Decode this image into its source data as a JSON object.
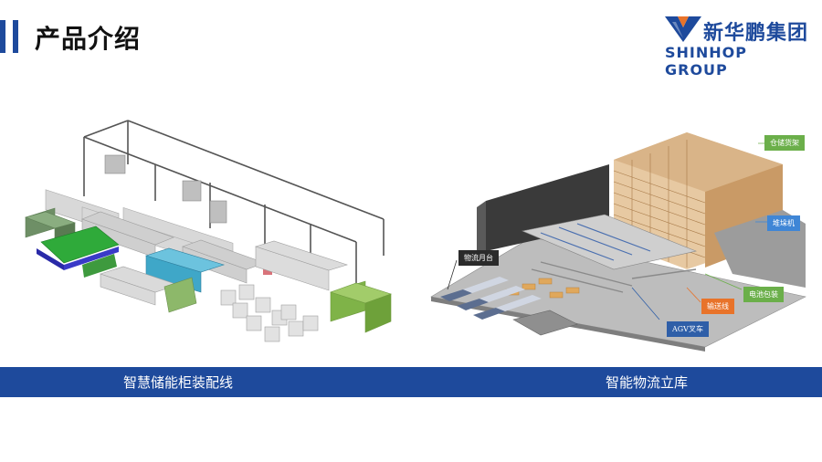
{
  "header": {
    "title": "产品介绍",
    "accent_color": "#1E4A9C"
  },
  "logo": {
    "cn_name": "新华鹏集团",
    "en_name": "SHINHOP GROUP",
    "brand_color": "#1E4A9C"
  },
  "sections": [
    {
      "label": "智慧储能柜装配线"
    },
    {
      "label": "智能物流立库"
    }
  ],
  "callouts": {
    "rack": "仓储货架",
    "stacker": "堆垛机",
    "dock": "物流月台",
    "battery": "电池包装",
    "conveyor": "输送线",
    "agv": "AGV叉车"
  },
  "colors": {
    "band": "#1E4A9C",
    "callout_green": "#6BAF4A",
    "callout_blue": "#3F86D6",
    "callout_dark": "#2B2B2B",
    "callout_orange": "#E8732A",
    "callout_navy": "#2F5FA8"
  }
}
